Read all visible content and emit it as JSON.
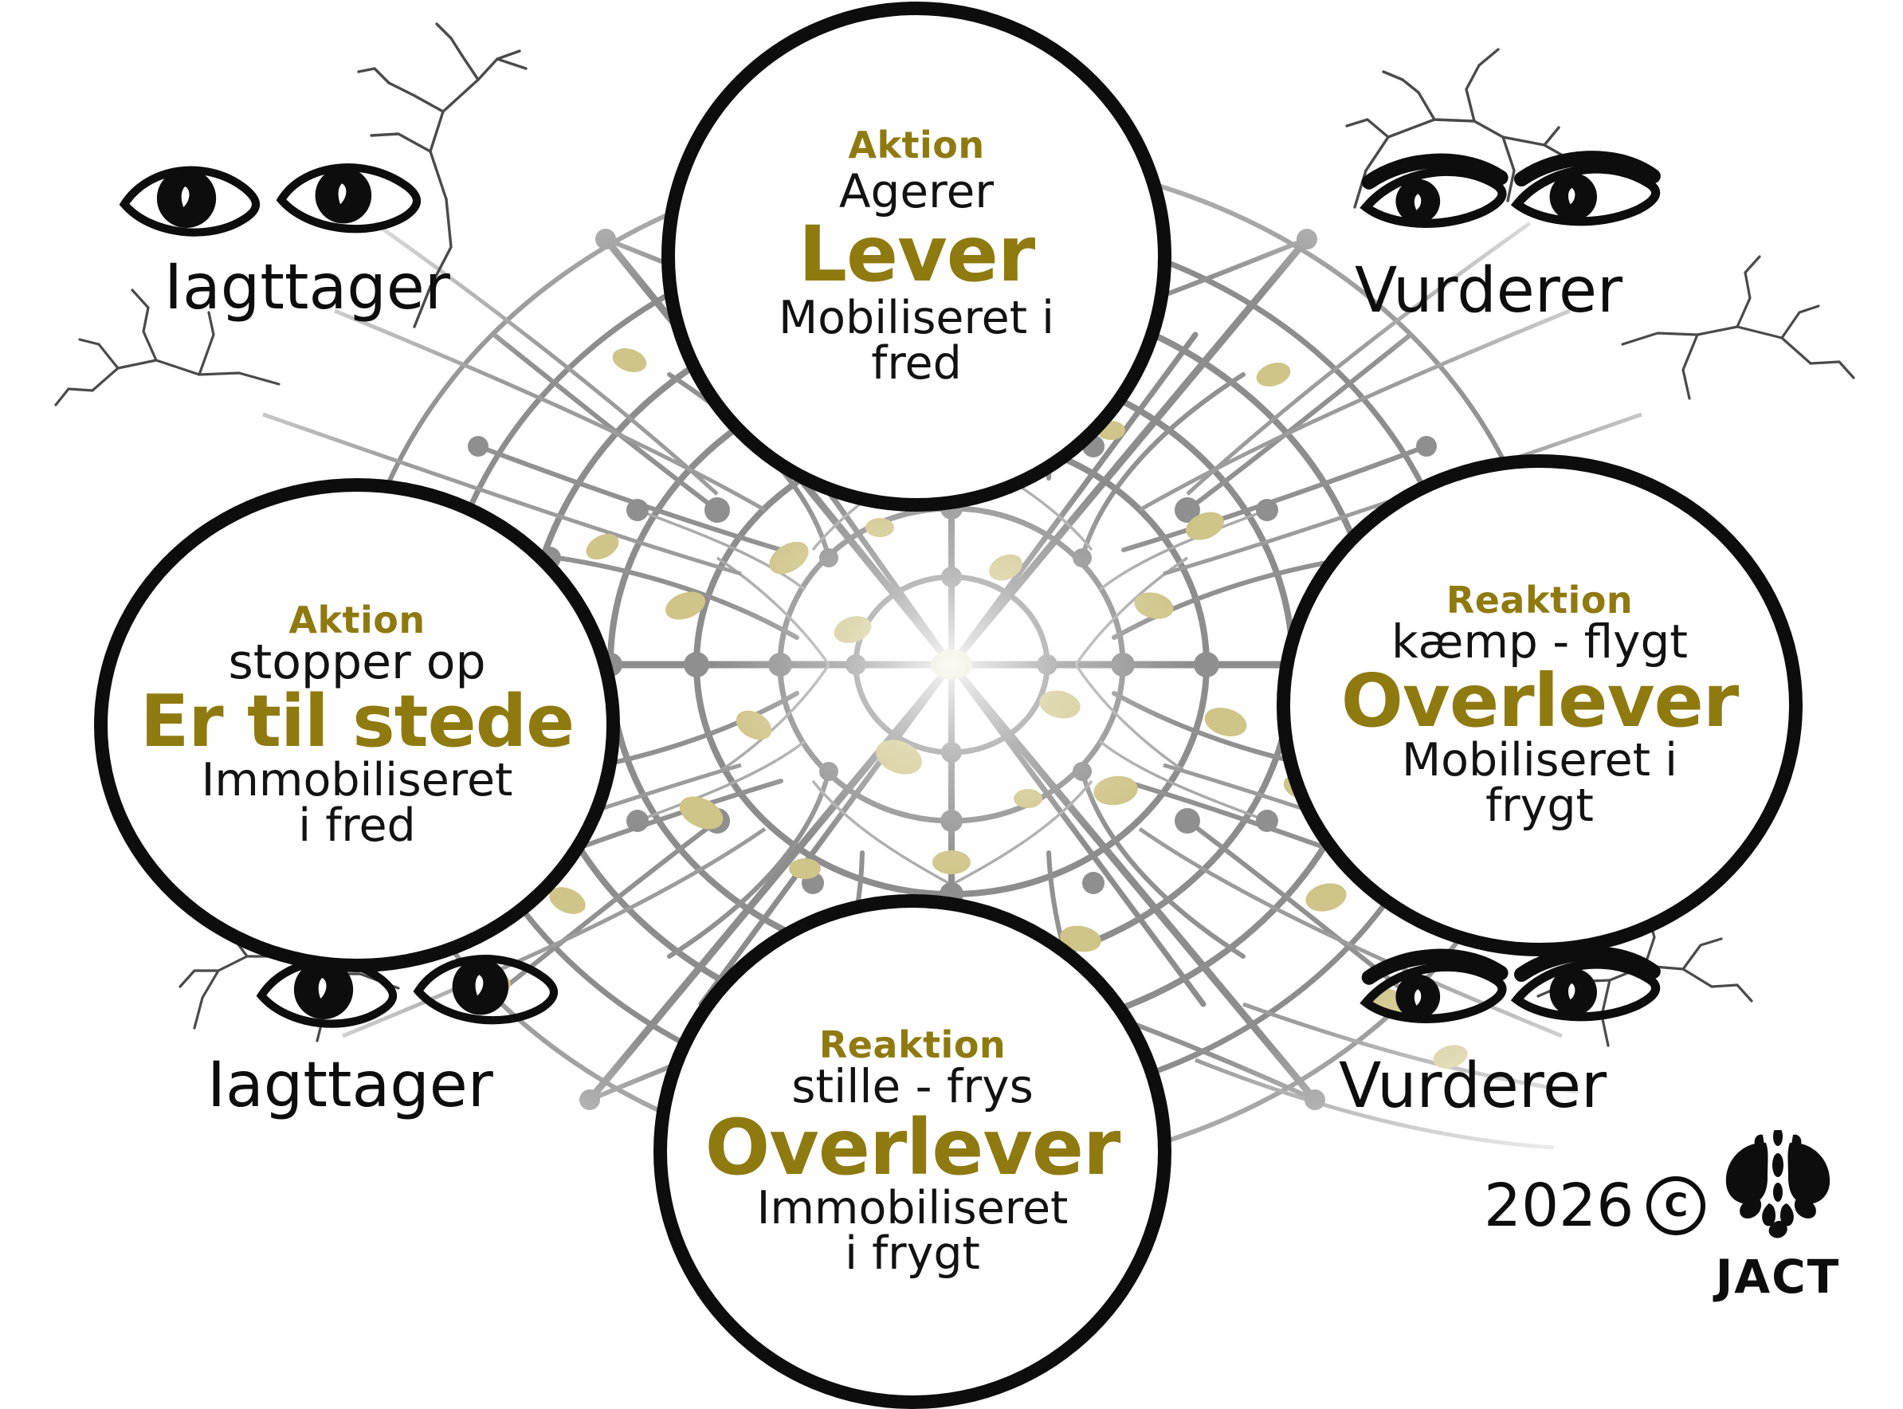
{
  "colors": {
    "gold": "#8f7a10",
    "ink": "#0d0d0d",
    "mesh_grey": "#8c8c8c",
    "mesh_gold": "#d5cb8a",
    "background": "#ffffff"
  },
  "bubbles": [
    {
      "id": "top",
      "kicker": "Aktion",
      "sub": "Agerer",
      "big": "Lever",
      "tail_line1": "Mobiliseret i",
      "tail_line2": "fred"
    },
    {
      "id": "left",
      "kicker": "Aktion",
      "sub": "stopper op",
      "big": "Er til stede",
      "tail_line1": "Immobiliseret",
      "tail_line2": "i fred"
    },
    {
      "id": "right",
      "kicker": "Reaktion",
      "sub": "kæmp - flygt",
      "big": "Overlever",
      "tail_line1": "Mobiliseret i",
      "tail_line2": "frygt"
    },
    {
      "id": "bottom",
      "kicker": "Reaktion",
      "sub": "stille - frys",
      "big": "Overlever",
      "tail_line1": "Immobiliseret",
      "tail_line2": "i frygt"
    }
  ],
  "eye_groups": [
    {
      "id": "top-left",
      "label": "Iagttager",
      "state": "open"
    },
    {
      "id": "top-right",
      "label": "Vurderer",
      "state": "narrowed"
    },
    {
      "id": "bottom-left",
      "label": "Iagttager",
      "state": "open"
    },
    {
      "id": "bottom-right",
      "label": "Vurderer",
      "state": "narrowed"
    }
  ],
  "credit": {
    "year": "2026",
    "copyright_symbol": "C",
    "logo_word": "JACT",
    "logo_icon": "brain-neuron-logo"
  }
}
